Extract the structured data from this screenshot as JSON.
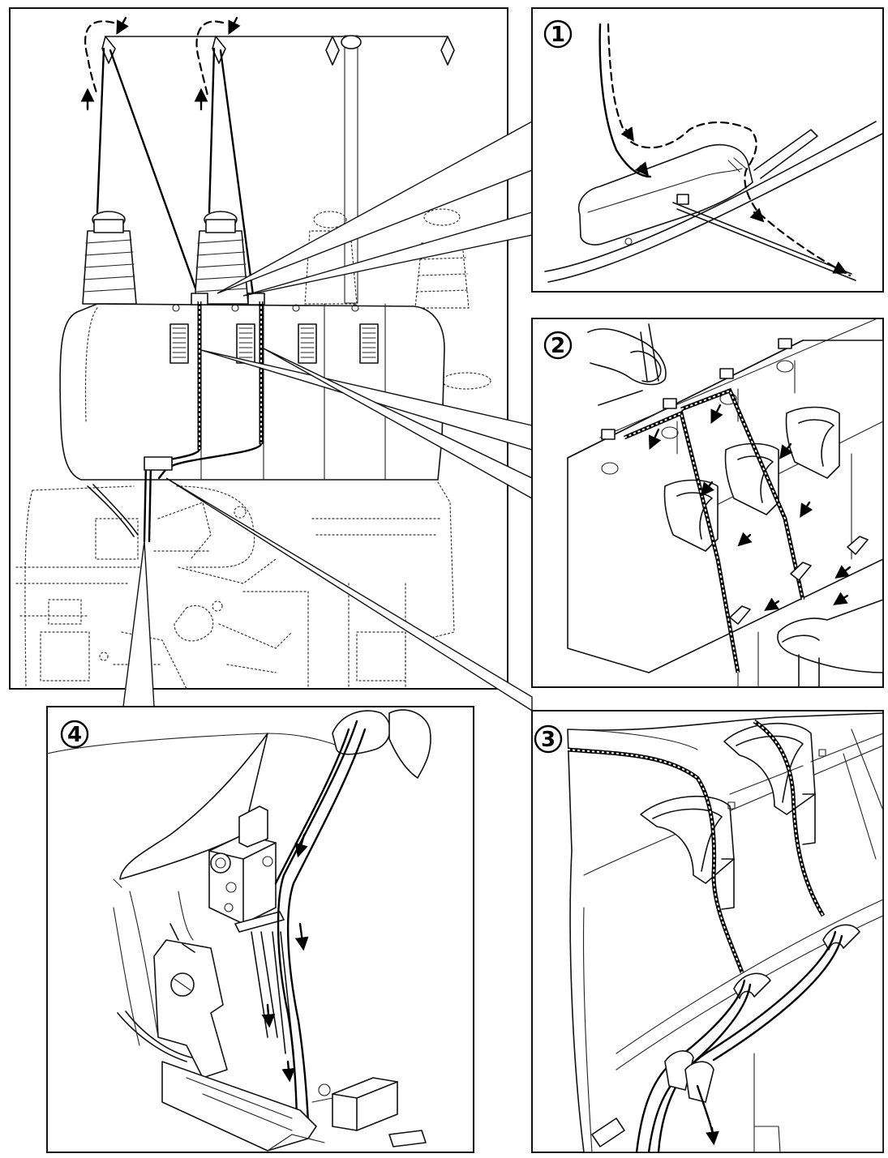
{
  "steps": [
    {
      "number": "1"
    },
    {
      "number": "2"
    },
    {
      "number": "3"
    },
    {
      "number": "4"
    }
  ],
  "colors": {
    "line": "#111111",
    "thread": "#000000",
    "background": "#ffffff"
  }
}
